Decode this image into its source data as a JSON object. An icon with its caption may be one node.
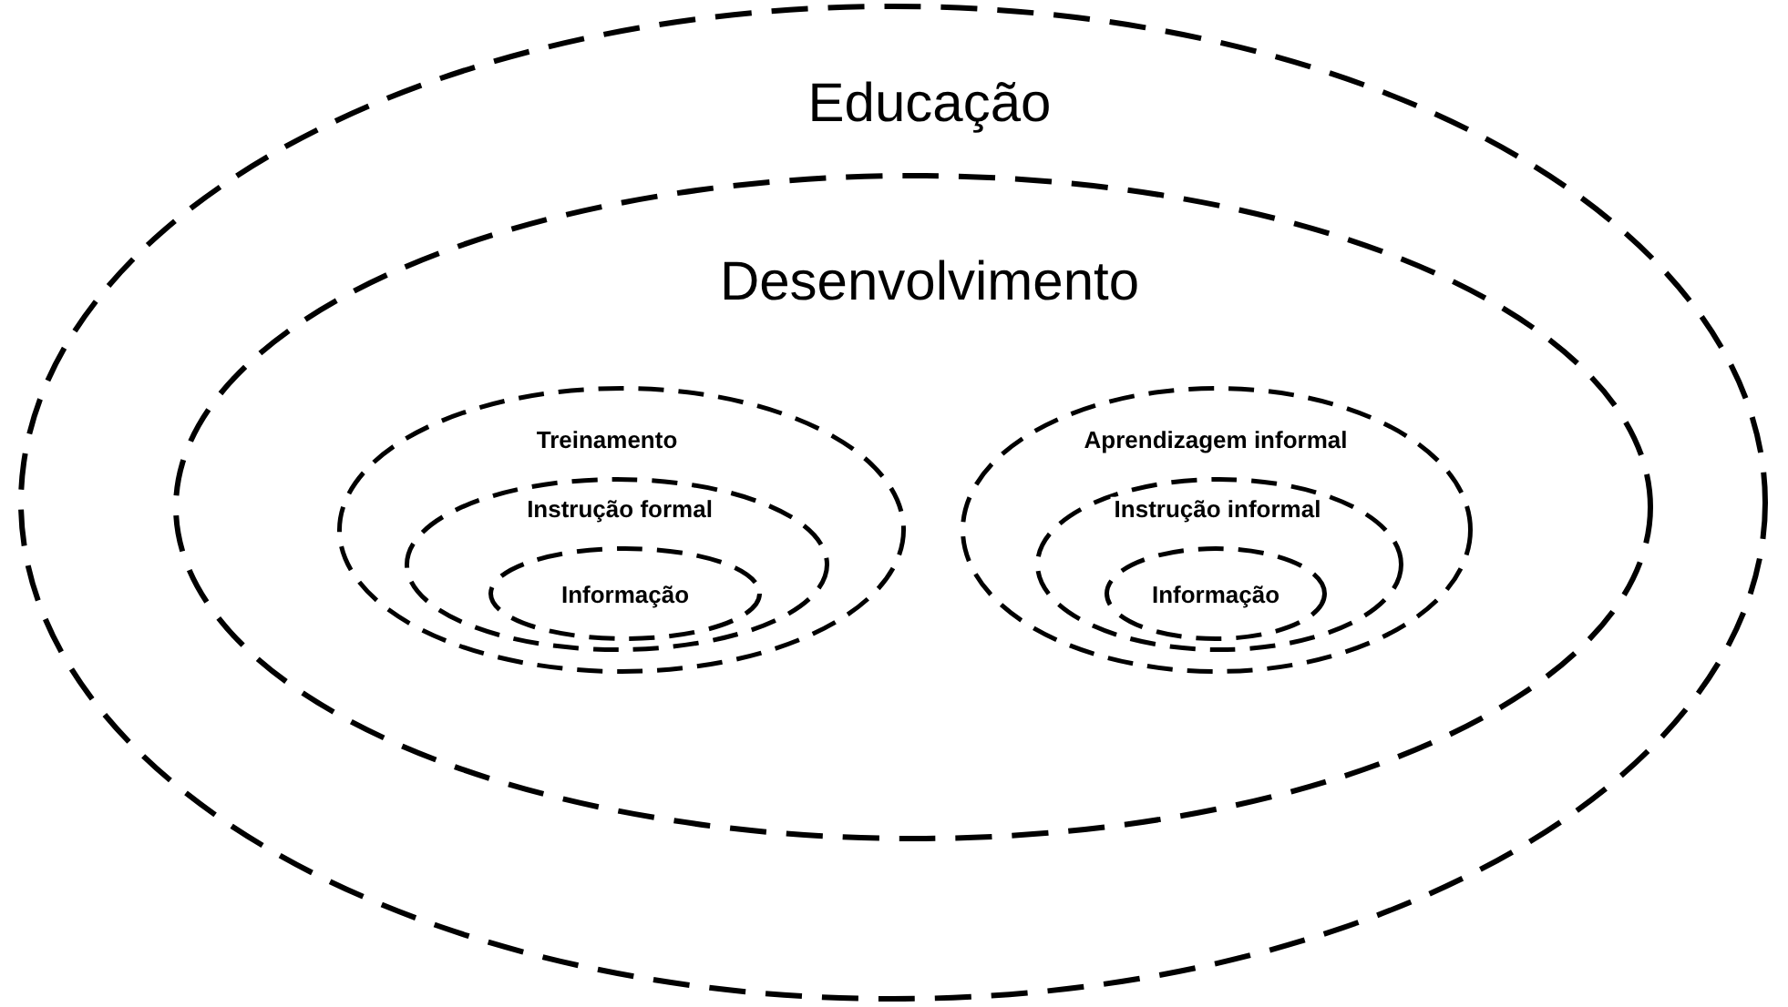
{
  "diagram": {
    "nodes": [
      {
        "text": [
          "Educação"
        ]
      },
      {
        "text": [
          "Desenvolvimento"
        ],
        "in": 0
      },
      {
        "text": [
          "Treinamento"
        ],
        "in": 1
      },
      {
        "text": [
          "Instrução formal"
        ],
        "in": 2
      },
      {
        "text": [
          "Informação"
        ],
        "in": 3
      },
      {
        "text": [
          "Aprendizagem informal"
        ],
        "in": 1
      },
      {
        "text": [
          "Instrução informal"
        ],
        "in": 5
      },
      {
        "text": [
          "Informação"
        ],
        "in": 6
      }
    ]
  }
}
